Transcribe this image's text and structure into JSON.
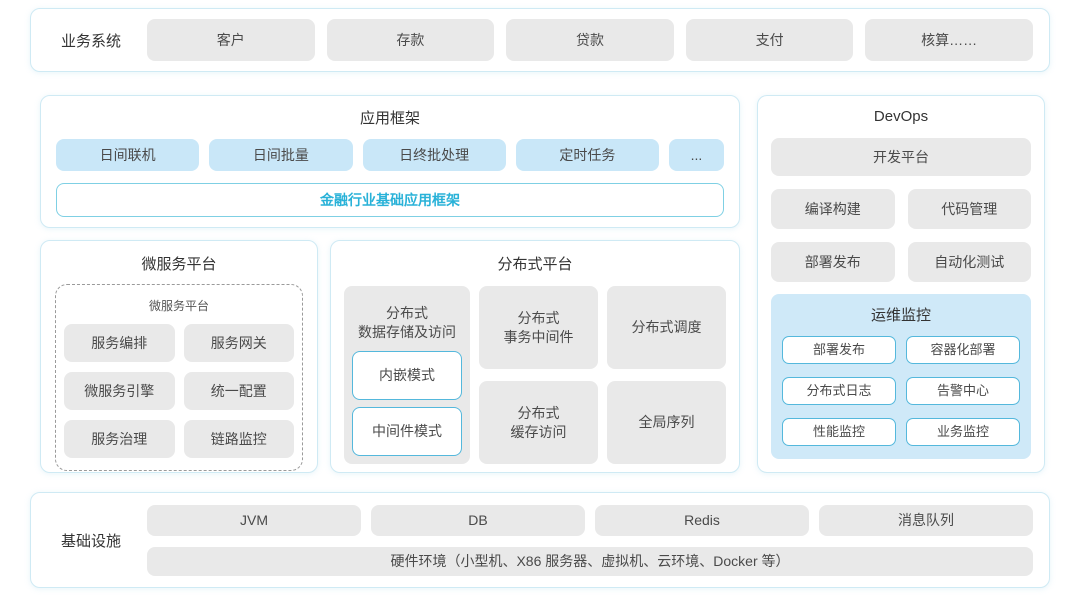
{
  "colors": {
    "accent_teal": "#29b2d8",
    "light_blue_button": "#c9e7f8",
    "gray_button": "#e9e9e9",
    "monitor_background": "#cfe9f8",
    "outline_cyan": "#54b8dc",
    "container_border": "#cfeaf4"
  },
  "business_system": {
    "label": "业务系统",
    "items": [
      "客户",
      "存款",
      "贷款",
      "支付",
      "核算……"
    ]
  },
  "app_framework": {
    "title": "应用框架",
    "items": [
      "日间联机",
      "日间批量",
      "日终批处理",
      "定时任务",
      "..."
    ],
    "base_framework": "金融行业基础应用框架"
  },
  "microservice_platform": {
    "title": "微服务平台",
    "inner_title": "微服务平台",
    "items": [
      "服务编排",
      "服务网关",
      "微服务引擎",
      "统一配置",
      "服务治理",
      "链路监控"
    ]
  },
  "distributed_platform": {
    "title": "分布式平台",
    "storage": {
      "label": "分布式\n数据存储及访问",
      "modes": [
        "内嵌模式",
        "中间件模式"
      ]
    },
    "columns": {
      "middle": [
        "分布式\n事务中间件",
        "分布式\n缓存访问"
      ],
      "right": [
        "分布式调度",
        "全局序列"
      ]
    }
  },
  "devops": {
    "title": "DevOps",
    "dev_platform": "开发平台",
    "items": [
      "编译构建",
      "代码管理",
      "部署发布",
      "自动化测试"
    ],
    "monitor": {
      "title": "运维监控",
      "items": [
        "部署发布",
        "容器化部署",
        "分布式日志",
        "告警中心",
        "性能监控",
        "业务监控"
      ]
    }
  },
  "infrastructure": {
    "label": "基础设施",
    "items": [
      "JVM",
      "DB",
      "Redis",
      "消息队列"
    ],
    "hardware": "硬件环境（小型机、X86 服务器、虚拟机、云环境、Docker 等）"
  }
}
